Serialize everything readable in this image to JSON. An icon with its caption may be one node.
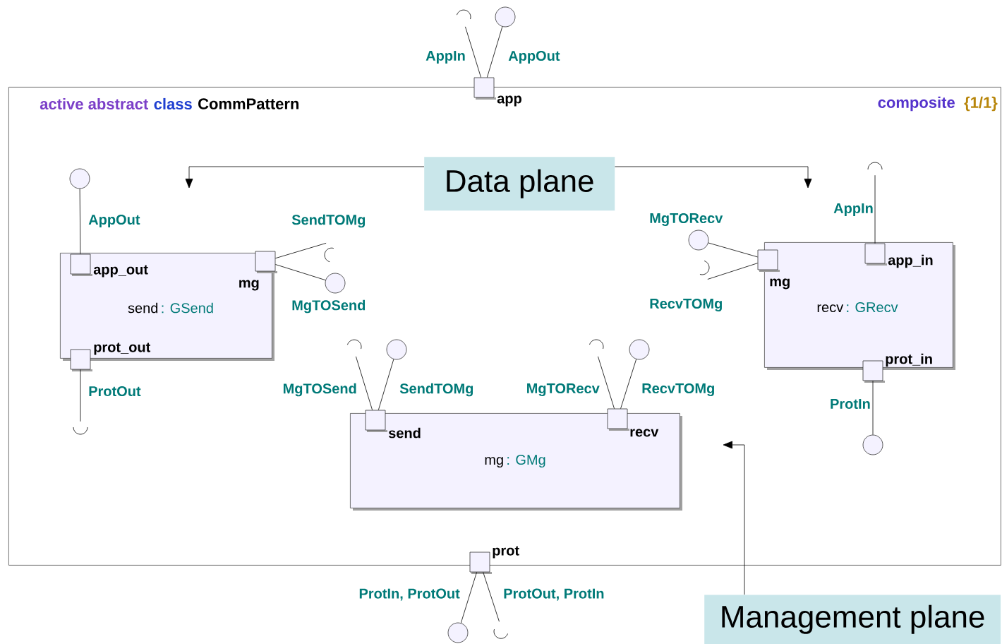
{
  "diagram": {
    "nodes": [
      {
        "text": [
          "active abstract",
          "class",
          "CommPattern",
          "composite",
          "{1/1}"
        ]
      },
      {
        "text": [
          "Data plane"
        ],
        "in": 0
      },
      {
        "text": [
          "send",
          ": GSend"
        ],
        "in": 0
      },
      {
        "text": [
          "recv",
          ": GRecv"
        ],
        "in": 0
      },
      {
        "text": [
          "mg",
          ": GMg"
        ],
        "in": 0
      },
      {
        "text": [
          "Management plane"
        ]
      },
      {
        "text": [
          "app"
        ]
      },
      {
        "text": [
          "app_out"
        ],
        "in": 2
      },
      {
        "text": [
          "mg"
        ],
        "in": 2
      },
      {
        "text": [
          "prot_out"
        ],
        "in": 2
      },
      {
        "text": [
          "app_in"
        ],
        "in": 3
      },
      {
        "text": [
          "mg"
        ],
        "in": 3
      },
      {
        "text": [
          "prot_in"
        ],
        "in": 3
      },
      {
        "text": [
          "send"
        ],
        "in": 4
      },
      {
        "text": [
          "recv"
        ],
        "in": 4
      },
      {
        "text": [
          "prot"
        ]
      },
      {
        "text": [],
        "shape": "socket"
      },
      {
        "text": [],
        "shape": "circle"
      },
      {
        "text": [],
        "shape": "circle",
        "in": 0
      },
      {
        "text": [],
        "shape": "socket",
        "in": 0
      },
      {
        "text": [],
        "shape": "circle",
        "in": 0
      },
      {
        "text": [],
        "shape": "socket",
        "in": 0
      },
      {
        "text": [],
        "shape": "socket",
        "in": 0
      },
      {
        "text": [],
        "shape": "circle",
        "in": 0
      },
      {
        "text": [],
        "shape": "socket",
        "in": 0
      },
      {
        "text": [],
        "shape": "circle",
        "in": 0
      },
      {
        "text": [],
        "shape": "socket",
        "in": 0
      },
      {
        "text": [],
        "shape": "circle",
        "in": 0
      },
      {
        "text": [],
        "shape": "socket",
        "in": 0
      },
      {
        "text": [],
        "shape": "circle",
        "in": 0
      },
      {
        "text": [],
        "shape": "circle"
      },
      {
        "text": [],
        "shape": "socket"
      }
    ],
    "edges": [
      {
        "from": 6,
        "to": 16,
        "arrow": "none"
      },
      {
        "from": 6,
        "to": 17,
        "arrow": "none"
      },
      {
        "from": 7,
        "to": 18,
        "arrow": "none"
      },
      {
        "from": 8,
        "to": 19,
        "arrow": "none"
      },
      {
        "from": 8,
        "to": 20,
        "arrow": "none"
      },
      {
        "from": 9,
        "to": 21,
        "arrow": "none"
      },
      {
        "from": 10,
        "to": 22,
        "arrow": "none"
      },
      {
        "from": 11,
        "to": 23,
        "arrow": "none"
      },
      {
        "from": 11,
        "to": 24,
        "arrow": "none"
      },
      {
        "from": 12,
        "to": 25,
        "arrow": "none"
      },
      {
        "from": 13,
        "to": 26,
        "arrow": "none"
      },
      {
        "from": 13,
        "to": 27,
        "arrow": "none"
      },
      {
        "from": 14,
        "to": 28,
        "arrow": "none"
      },
      {
        "from": 14,
        "to": 29,
        "arrow": "none"
      },
      {
        "from": 15,
        "to": 30,
        "arrow": "none"
      },
      {
        "from": 15,
        "to": 31,
        "arrow": "none"
      },
      {
        "from": 1,
        "to": null,
        "arrow": "to"
      },
      {
        "from": 1,
        "to": null,
        "arrow": "to"
      },
      {
        "from": 5,
        "to": null,
        "arrow": "to"
      }
    ],
    "labels": [
      "AppIn",
      "AppOut",
      "AppOut",
      "SendTOMg",
      "MgTOSend",
      "ProtOut",
      "AppIn",
      "MgTORecv",
      "RecvTOMg",
      "ProtIn",
      "MgTOSend",
      "SendTOMg",
      "MgTORecv",
      "RecvTOMg",
      "ProtIn, ProtOut",
      "ProtOut, ProtIn"
    ]
  }
}
